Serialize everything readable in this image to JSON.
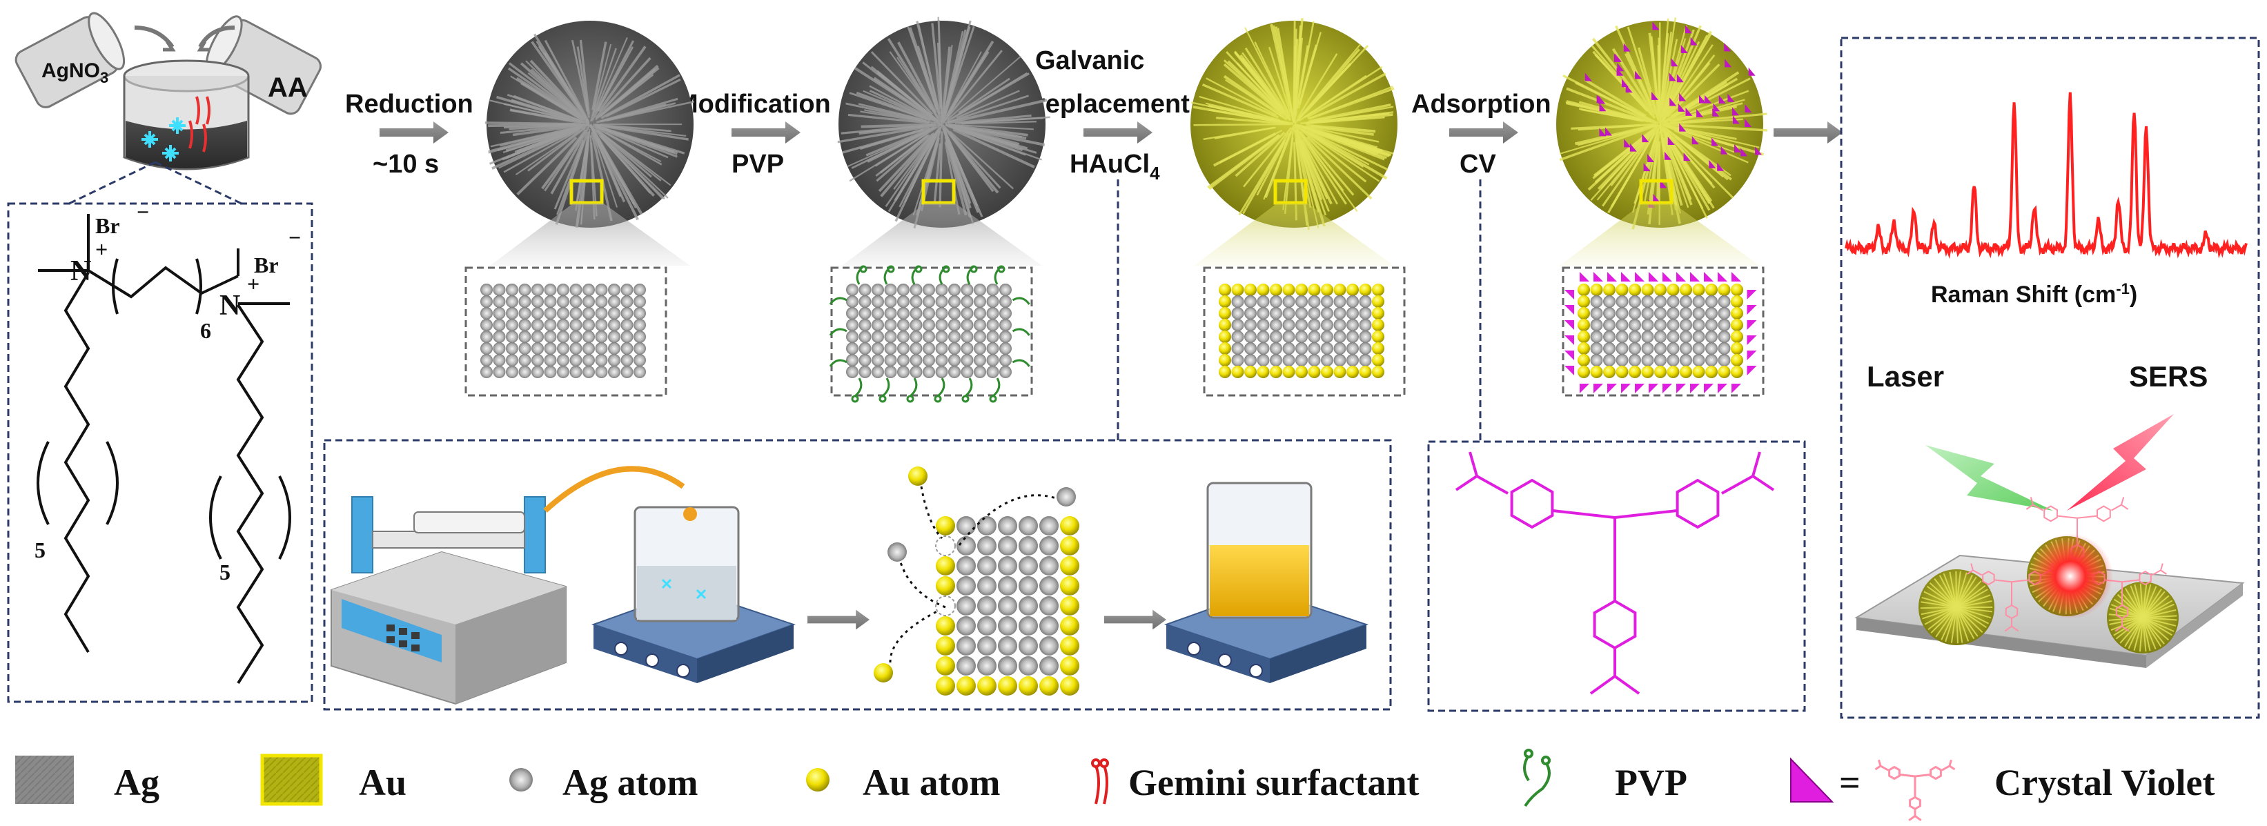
{
  "reagents": {
    "agno3": "AgNO3",
    "aa": "AA"
  },
  "steps": [
    {
      "top": "Reduction",
      "bottom": "~10 s"
    },
    {
      "top": "Modification",
      "bottom": "PVP"
    },
    {
      "top": "Galvanic replacement",
      "top_line1": "Galvanic",
      "top_line2": "replacement",
      "bottom": "HAuCl4"
    },
    {
      "top": "Adsorption",
      "bottom": "CV"
    }
  ],
  "surfactant": {
    "bromide": "Br",
    "minus": "−",
    "plus": "+",
    "n_label": "N",
    "six": "6",
    "five": "5"
  },
  "raman": {
    "axis_label": "Raman Shift (cm-1)"
  },
  "sers_labels": {
    "laser": "Laser",
    "sers": "SERS"
  },
  "legend": [
    {
      "label": "Ag"
    },
    {
      "label": "Au"
    },
    {
      "label": "Ag atom"
    },
    {
      "label": "Au atom"
    },
    {
      "label": "Gemini surfactant"
    },
    {
      "label": "PVP"
    },
    {
      "label": "= ",
      "suffix": "Crystal Violet"
    }
  ],
  "colors": {
    "silver": "#8c8c8c",
    "gold": "#b5b51a",
    "au_atom": "#f2e600",
    "pvp": "#2e8b2e",
    "cv": "#e01ee0",
    "spectrum": "#ff2020",
    "laser": "#7ed67e",
    "sers_beam": "#ff4d6a",
    "frame": "#2b3a67"
  }
}
